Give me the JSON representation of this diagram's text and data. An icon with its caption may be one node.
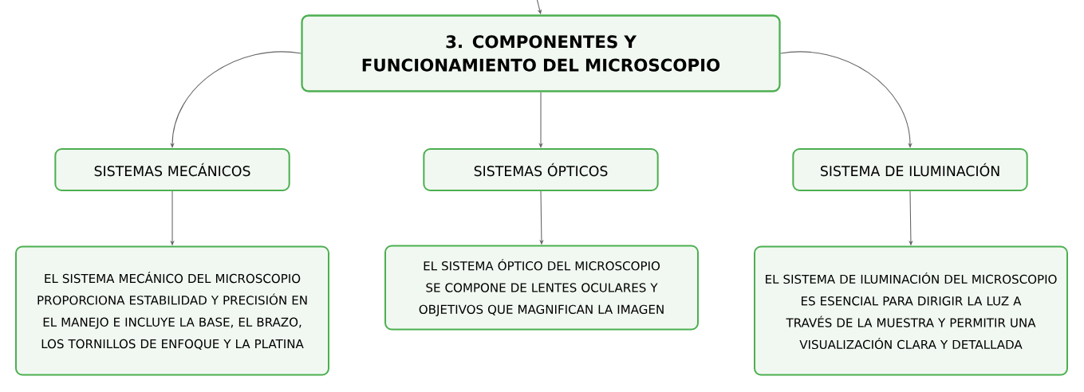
{
  "diagram": {
    "nodes": [
      {
        "text": [
          "3. COMPONENTES Y FUNCIONAMIENTO DEL MICROSCOPIO"
        ]
      },
      {
        "text": [
          "SISTEMAS MECÁNICOS"
        ]
      },
      {
        "text": [
          "SISTEMAS ÓPTICOS"
        ]
      },
      {
        "text": [
          "SISTEMA DE ILUMINACIÓN"
        ]
      },
      {
        "text": [
          "EL SISTEMA MECÁNICO DEL MICROSCOPIO PROPORCIONA ESTABILIDAD Y PRECISIÓN EN EL MANEJO E INCLUYE LA BASE, EL BRAZO, LOS TORNILLOS DE ENFOQUE Y LA PLATINA"
        ]
      },
      {
        "text": [
          "EL SISTEMA ÓPTICO DEL MICROSCOPIO SE COMPONE DE LENTES OCULARES Y OBJETIVOS QUE MAGNIFICAN LA IMAGEN"
        ]
      },
      {
        "text": [
          "EL SISTEMA DE ILUMINACIÓN DEL MICROSCOPIO ES ESENCIAL PARA DIRIGIR LA LUZ A TRAVÉS DE LA MUESTRA Y PERMITIR UNA VISUALIZACIÓN CLARA Y DETALLADA"
        ]
      }
    ],
    "edges": [
      {
        "from": null,
        "to": 0,
        "arrow": "to"
      },
      {
        "from": 0,
        "to": 1,
        "arrow": "to"
      },
      {
        "from": 0,
        "to": 2,
        "arrow": "to"
      },
      {
        "from": 0,
        "to": 3,
        "arrow": "to"
      },
      {
        "from": 1,
        "to": 4,
        "arrow": "to"
      },
      {
        "from": 2,
        "to": 5,
        "arrow": "to"
      },
      {
        "from": 3,
        "to": 6,
        "arrow": "to"
      }
    ]
  }
}
